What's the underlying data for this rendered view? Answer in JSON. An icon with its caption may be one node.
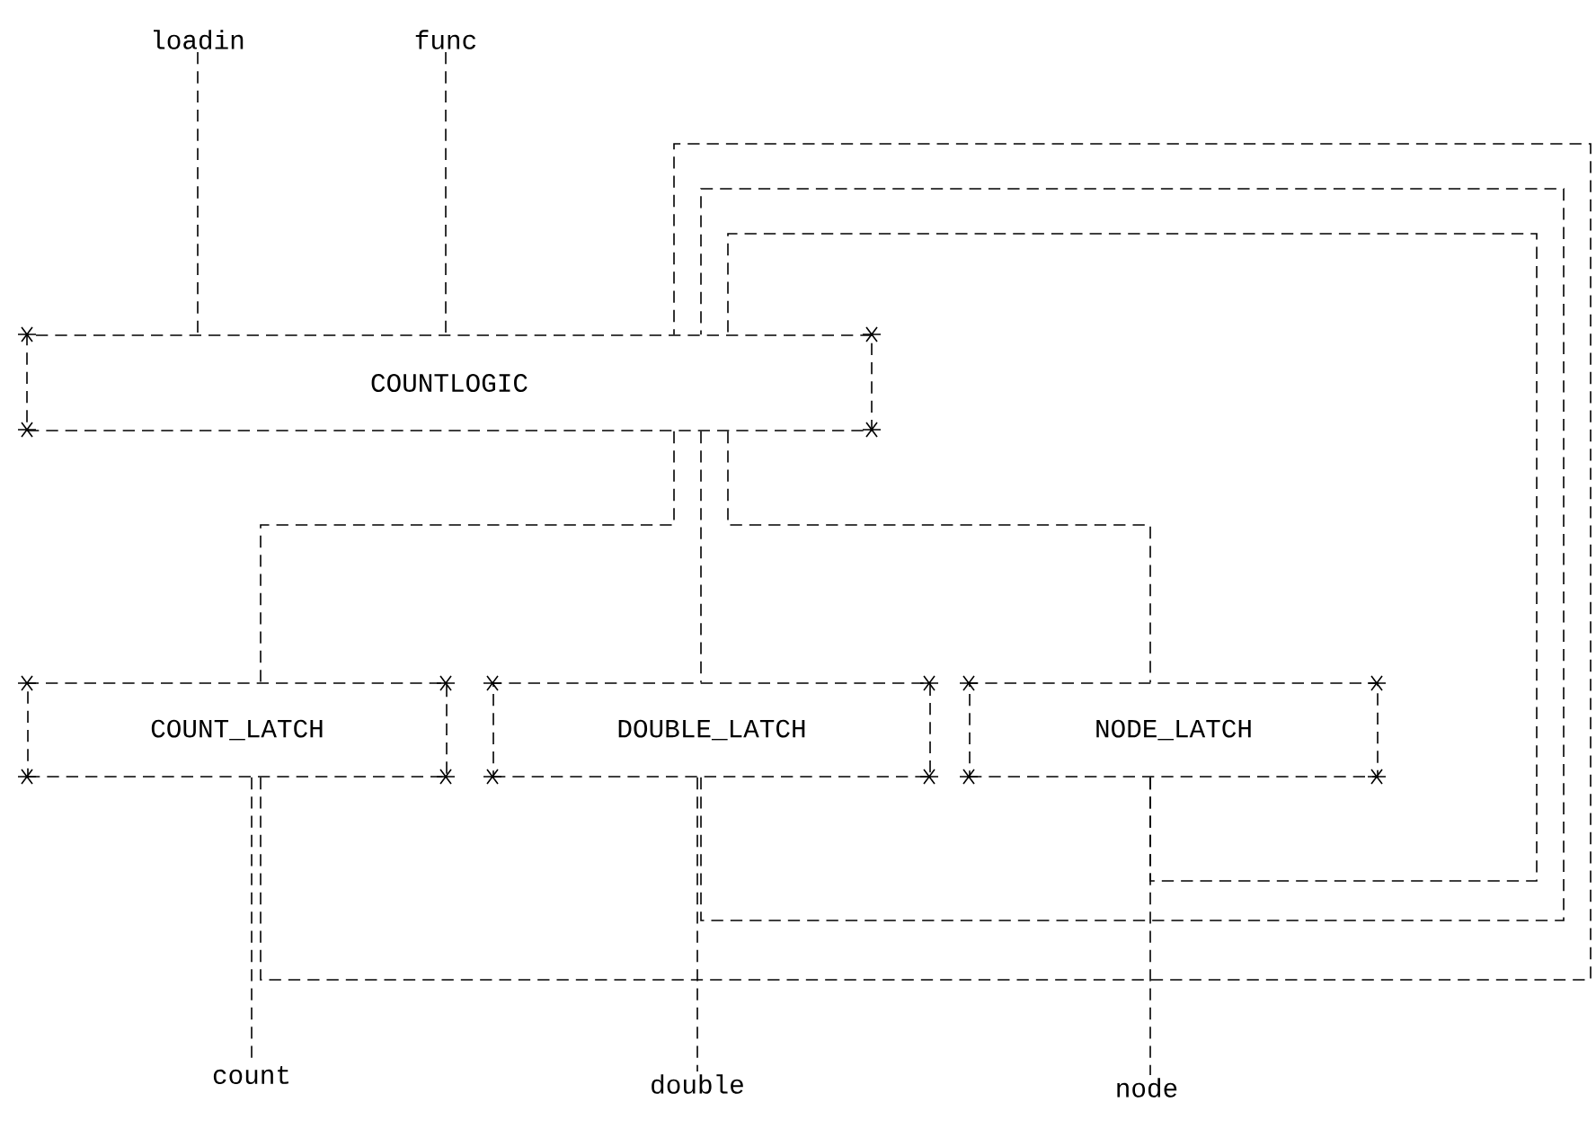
{
  "diagram": {
    "nodes": [
      {
        "text": [
          "loadin"
        ]
      },
      {
        "text": [
          "func"
        ]
      },
      {
        "text": [
          "COUNTLOGIC"
        ]
      },
      {
        "text": [
          "COUNT_LATCH"
        ]
      },
      {
        "text": [
          "DOUBLE_LATCH"
        ]
      },
      {
        "text": [
          "NODE_LATCH"
        ]
      },
      {
        "text": [
          "count"
        ]
      },
      {
        "text": [
          "double"
        ]
      },
      {
        "text": [
          "node"
        ]
      }
    ],
    "edges": [
      {
        "from": 0,
        "to": 2,
        "arrow": "none"
      },
      {
        "from": 1,
        "to": 2,
        "arrow": "none"
      },
      {
        "from": 2,
        "to": 3,
        "arrow": "none"
      },
      {
        "from": 2,
        "to": 4,
        "arrow": "none"
      },
      {
        "from": 2,
        "to": 5,
        "arrow": "none"
      },
      {
        "from": 3,
        "to": 6,
        "arrow": "none"
      },
      {
        "from": 4,
        "to": 7,
        "arrow": "none"
      },
      {
        "from": 5,
        "to": 8,
        "arrow": "none"
      },
      {
        "from": 3,
        "to": 2,
        "arrow": "none"
      },
      {
        "from": 4,
        "to": 2,
        "arrow": "none"
      },
      {
        "from": 5,
        "to": 2,
        "arrow": "none"
      }
    ]
  }
}
